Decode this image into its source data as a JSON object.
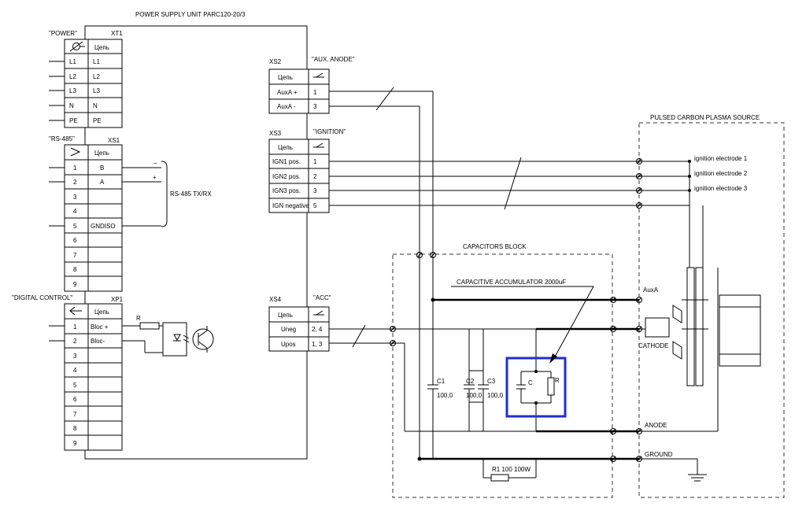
{
  "title": "POWER SUPPLY UNIT PARC120-20/3",
  "chain_header": "Цепь",
  "xt1": {
    "ref": "XT1",
    "name": "\"POWER\"",
    "rows": [
      {
        "ext": "L1",
        "signal": "L1"
      },
      {
        "ext": "L2",
        "signal": "L2"
      },
      {
        "ext": "L3",
        "signal": "L3"
      },
      {
        "ext": "N",
        "signal": "N"
      },
      {
        "ext": "PE",
        "signal": "PE"
      }
    ]
  },
  "xs1": {
    "ref": "XS1",
    "name": "\"RS-485\"",
    "rows": [
      {
        "pin": "1",
        "signal": "B"
      },
      {
        "pin": "2",
        "signal": "A"
      },
      {
        "pin": "3",
        "signal": ""
      },
      {
        "pin": "4",
        "signal": ""
      },
      {
        "pin": "5",
        "signal": "GNDISO"
      },
      {
        "pin": "6",
        "signal": ""
      },
      {
        "pin": "7",
        "signal": ""
      },
      {
        "pin": "8",
        "signal": ""
      },
      {
        "pin": "9",
        "signal": ""
      }
    ],
    "bus_label": "RS-485 TX/RX",
    "minus": "−",
    "plus": "+"
  },
  "xp1": {
    "ref": "XP1",
    "name": "\"DIGITAL CONTROL\"",
    "rows": [
      {
        "pin": "1",
        "signal": "Bloc +"
      },
      {
        "pin": "2",
        "signal": "Bloc-"
      },
      {
        "pin": "3",
        "signal": ""
      },
      {
        "pin": "4",
        "signal": ""
      },
      {
        "pin": "5",
        "signal": ""
      },
      {
        "pin": "6",
        "signal": ""
      },
      {
        "pin": "7",
        "signal": ""
      },
      {
        "pin": "8",
        "signal": ""
      },
      {
        "pin": "9",
        "signal": ""
      }
    ],
    "resistor": "R"
  },
  "xs2": {
    "ref": "XS2",
    "name": "\"AUX. ANODE\"",
    "rows": [
      {
        "signal": "AuxA +",
        "pin": "1"
      },
      {
        "signal": "AuxA -",
        "pin": "3"
      }
    ]
  },
  "xs3": {
    "ref": "XS3",
    "name": "\"IGNITION\"",
    "rows": [
      {
        "signal": "IGN1 pos.",
        "pin": "1"
      },
      {
        "signal": "IGN2 pos.",
        "pin": "2"
      },
      {
        "signal": "IGN3 pos.",
        "pin": "3"
      },
      {
        "signal": "IGN negative",
        "pin": "5"
      }
    ]
  },
  "xs4": {
    "ref": "XS4",
    "name": "\"ACC\"",
    "rows": [
      {
        "signal": "Uneg",
        "pin": "2, 4"
      },
      {
        "signal": "Upos",
        "pin": "1, 3"
      }
    ]
  },
  "capacitors_block": {
    "title": "CAPACITORS BLOCK",
    "accumulator": "CAPACITIVE ACCUMULATOR  2000uF",
    "caps": [
      {
        "ref": "C1",
        "value": "100,0"
      },
      {
        "ref": "C2",
        "value": "100,0"
      },
      {
        "ref": "C3",
        "value": "100,0"
      }
    ],
    "model_c": "C",
    "model_r": "R",
    "r1": "R1  100  100W",
    "highlight_color": "#1f2ed6"
  },
  "source": {
    "title": "PULSED CARBON PLASMA SOURCE",
    "electrodes": [
      "ignition electrode 1",
      "ignition electrode 2",
      "ignition electrode 3"
    ],
    "auxa": "AuxA",
    "cathode": "CATHODE",
    "anode": "ANODE",
    "ground": "GROUND"
  }
}
